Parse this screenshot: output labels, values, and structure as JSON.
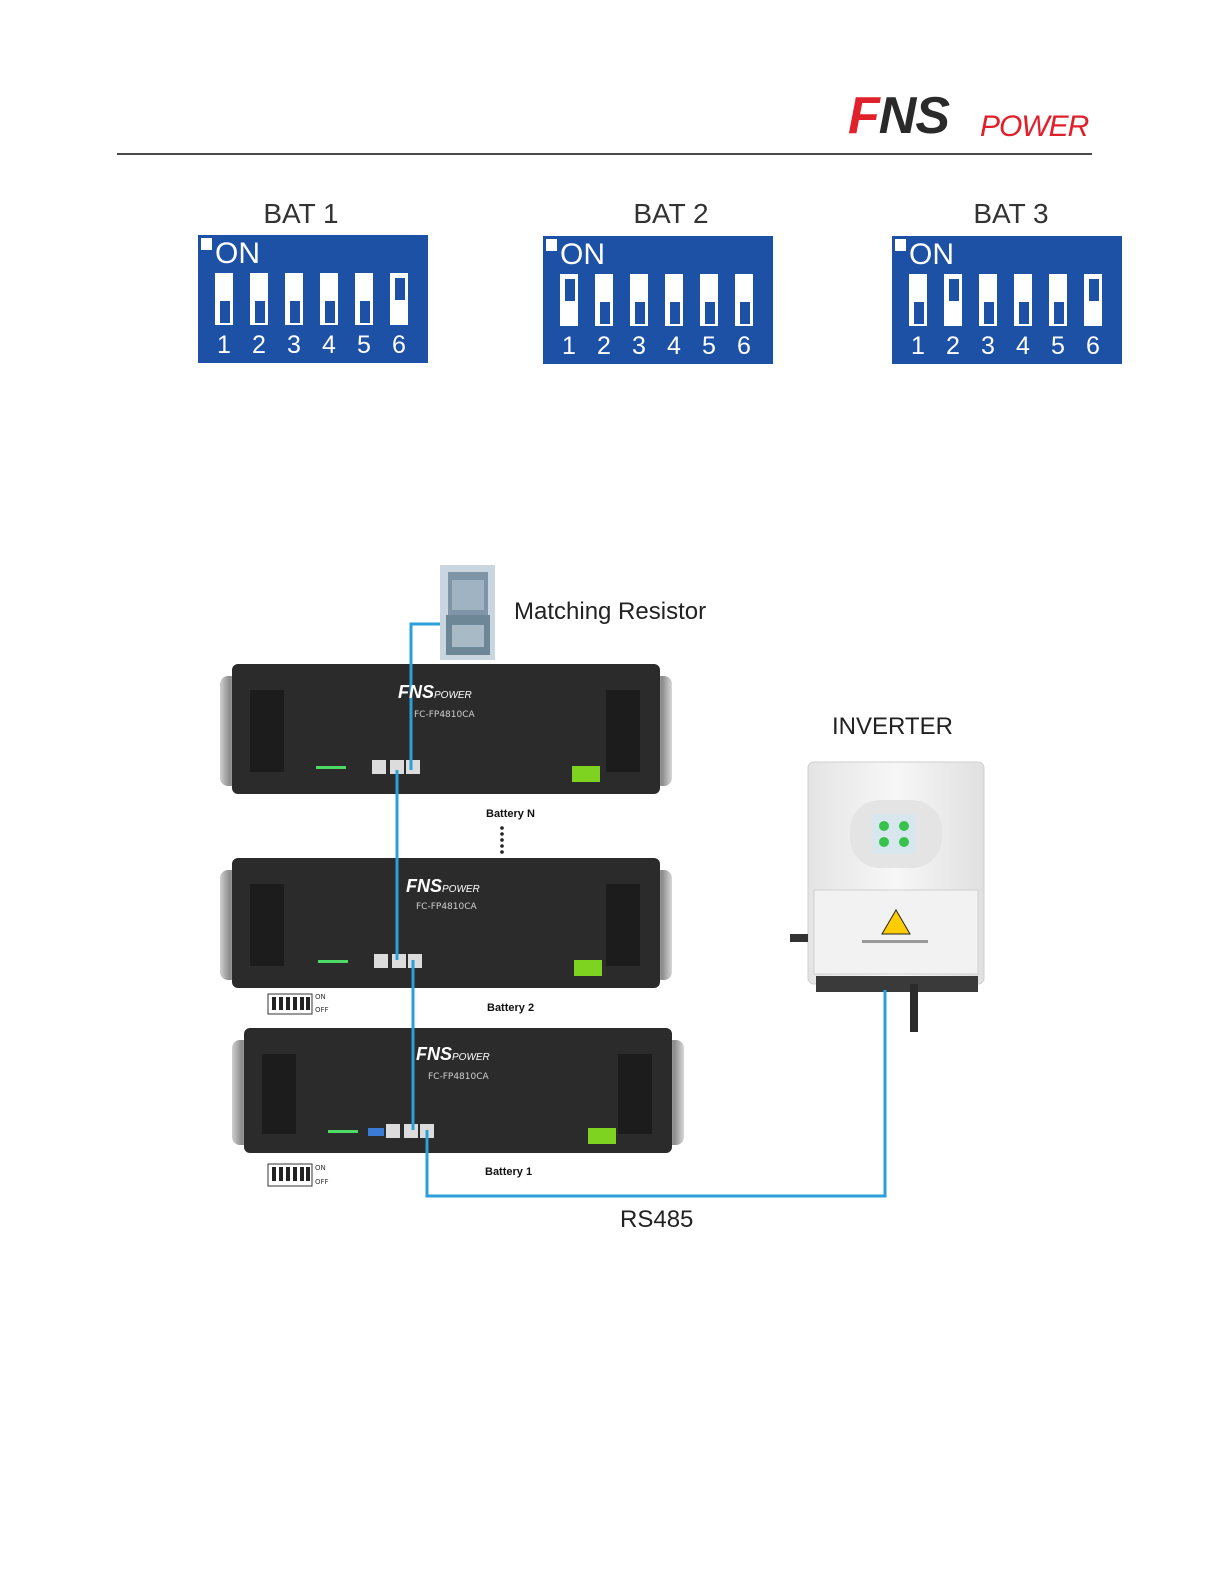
{
  "header": {
    "logo": {
      "brand": "NS",
      "brand_initial": "F",
      "suffix": "POWER"
    }
  },
  "dip_switches": [
    {
      "label": "BAT 1",
      "on_text": "ON",
      "positions": [
        "1",
        "2",
        "3",
        "4",
        "5",
        "6"
      ],
      "states": [
        false,
        false,
        false,
        false,
        false,
        true
      ]
    },
    {
      "label": "BAT 2",
      "on_text": "ON",
      "positions": [
        "1",
        "2",
        "3",
        "4",
        "5",
        "6"
      ],
      "states": [
        true,
        false,
        false,
        false,
        false,
        false
      ]
    },
    {
      "label": "BAT 3",
      "on_text": "ON",
      "positions": [
        "1",
        "2",
        "3",
        "4",
        "5",
        "6"
      ],
      "states": [
        false,
        true,
        false,
        false,
        false,
        true
      ]
    }
  ],
  "diagram": {
    "matching_resistor_label": "Matching Resistor",
    "inverter_label": "INVERTER",
    "rs485_label": "RS485",
    "batteries": [
      {
        "brand": "FNS",
        "brand_suffix": "POWER",
        "model": "FC-FP4810CA",
        "label": "Battery N"
      },
      {
        "brand": "FNS",
        "brand_suffix": "POWER",
        "model": "FC-FP4810CA",
        "label": "Battery 2"
      },
      {
        "brand": "FNS",
        "brand_suffix": "POWER",
        "model": "FC-FP4810CA",
        "label": "Battery 1"
      }
    ],
    "mini_dip_on": "ON",
    "mini_dip_off": "OFF",
    "colors": {
      "cable": "#2a9fd8",
      "battery_body": "#2b2b2b",
      "dip_blue": "#1d51a6",
      "inverter": "#efefef"
    }
  }
}
